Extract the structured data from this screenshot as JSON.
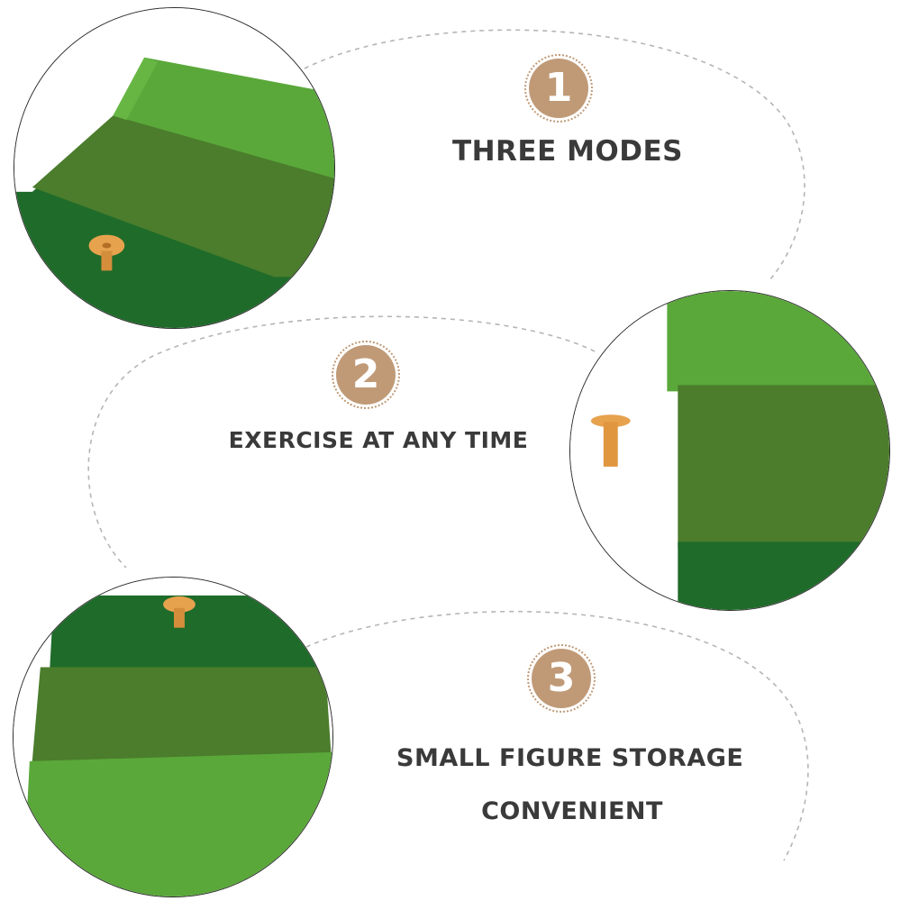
{
  "colors": {
    "badge": "#c09a77",
    "text": "#3a3a3a",
    "grass_light": "#5aa83a",
    "grass_mid": "#4b7d2c",
    "grass_dark": "#1f6b2a",
    "tee": "#e7a24e"
  },
  "features": [
    {
      "number": "1",
      "title": "THREE MODES"
    },
    {
      "number": "2",
      "title": "EXERCISE AT ANY TIME"
    },
    {
      "number": "3",
      "title_line1": "SMALL FIGURE STORAGE",
      "title_line2": "CONVENIENT"
    }
  ]
}
